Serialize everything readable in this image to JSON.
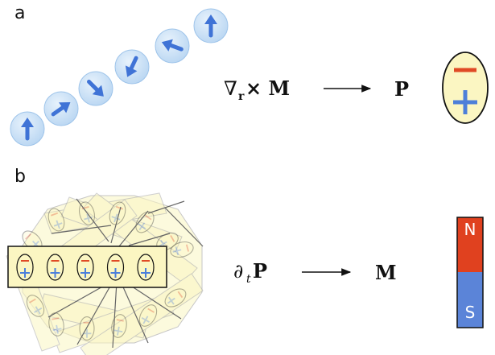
{
  "panels": {
    "a": {
      "label": "a",
      "spin_angles_deg": [
        0,
        55,
        135,
        205,
        290,
        0
      ],
      "equation": {
        "lhs_symbol": "∇",
        "lhs_subscript": "r",
        "lhs_rest": " × M",
        "arrow": "⟶",
        "rhs": "P"
      },
      "dipole": {
        "top_sign": "−",
        "bottom_sign": "+",
        "top_color": "#e04a25",
        "bottom_color": "#4d7fd9",
        "fill": "#fbf6c2"
      }
    },
    "b": {
      "label": "b",
      "equation": {
        "lhs_partial": "∂",
        "lhs_subscript": "t",
        "lhs_rest": "P",
        "arrow": "⟶",
        "rhs": "M"
      },
      "magnet": {
        "north_label": "N",
        "south_label": "S",
        "north_color": "#e0411f",
        "south_color": "#5b84d8"
      },
      "strip_dipole_count": 5
    }
  },
  "colors": {
    "spin_bubble": "#cfe3f7",
    "spin_arrow": "#3f73d6",
    "tile_fill": "#fbf6c2",
    "minus": "#e04a25",
    "plus": "#4d7fd9"
  }
}
